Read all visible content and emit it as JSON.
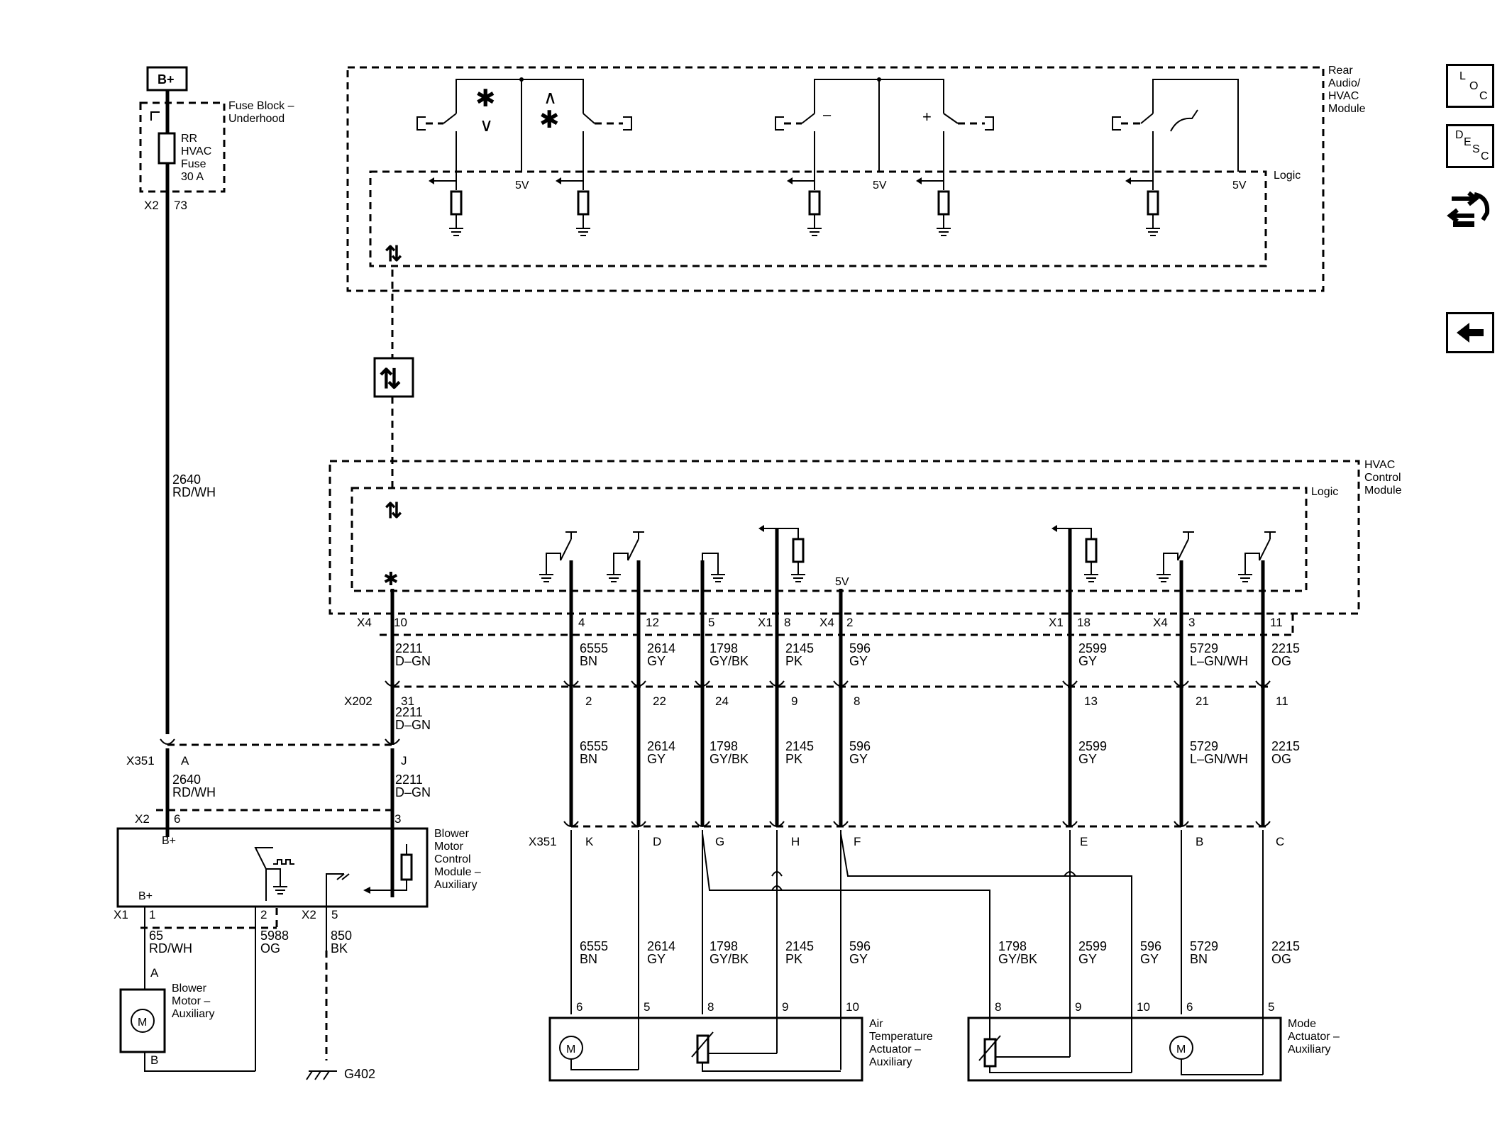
{
  "supply": {
    "label": "B+"
  },
  "fuse_block": {
    "title1": "Fuse Block –",
    "title2": "Underhood",
    "fuse1": "RR",
    "fuse2": "HVAC",
    "fuse3": "Fuse",
    "fuse4": "30 A",
    "conn": "X2",
    "pin": "73"
  },
  "rear_module": {
    "l1": "Rear",
    "l2": "Audio/",
    "l3": "HVAC",
    "l4": "Module",
    "logic": "Logic",
    "v1": "5V",
    "v2": "5V",
    "v3": "5V",
    "minus": "–",
    "plus": "+"
  },
  "hvac_module": {
    "l1": "HVAC",
    "l2": "Control",
    "l3": "Module",
    "logic": "Logic",
    "v5": "5V"
  },
  "wires": {
    "w2640a": "2640",
    "w2640b": "RD/WH",
    "w2211a": "2211",
    "w2211b": "D–GN",
    "w6555": "6555",
    "cBN": "BN",
    "w2614": "2614",
    "cGY": "GY",
    "w1798": "1798",
    "cGYBK": "GY/BK",
    "w2145": "2145",
    "cPK": "PK",
    "w596": "596",
    "w2599": "2599",
    "w5729": "5729",
    "cLGNWH": "L–GN/WH",
    "w2215": "2215",
    "cOG": "OG",
    "w65": "65",
    "w5988": "5988",
    "w850": "850",
    "cBK": "BK"
  },
  "connectors": {
    "x1": "X1",
    "x2": "X2",
    "x4": "X4",
    "x202": "X202",
    "x351": "X351"
  },
  "pins": {
    "p10": "10",
    "p4": "4",
    "p12": "12",
    "p5": "5",
    "p8": "8",
    "p2": "2",
    "p18": "18",
    "p3": "3",
    "p11": "11",
    "p31": "31",
    "p22": "22",
    "p24": "24",
    "p9": "9",
    "p13": "13",
    "p21": "21",
    "pA": "A",
    "pJ": "J",
    "pK": "K",
    "pD": "D",
    "pG": "G",
    "pH": "H",
    "pF": "F",
    "pE": "E",
    "pB": "B",
    "pC": "C",
    "p6": "6",
    "p1": "1"
  },
  "blower_ctrl": {
    "l1": "Blower",
    "l2": "Motor",
    "l3": "Control",
    "l4": "Module –",
    "l5": "Auxiliary",
    "bplus": "B+"
  },
  "blower_motor": {
    "l1": "Blower",
    "l2": "Motor –",
    "l3": "Auxiliary",
    "m": "M"
  },
  "ground": {
    "label": "G402"
  },
  "air_actuator": {
    "l1": "Air",
    "l2": "Temperature",
    "l3": "Actuator –",
    "l4": "Auxiliary",
    "m": "M"
  },
  "mode_actuator": {
    "l1": "Mode",
    "l2": "Actuator –",
    "l3": "Auxiliary",
    "m": "M"
  },
  "nav": {
    "loc_l": "L",
    "loc_o": "O",
    "loc_c": "C",
    "desc_d": "D",
    "desc_e": "E",
    "desc_s": "S",
    "desc_c": "C"
  }
}
